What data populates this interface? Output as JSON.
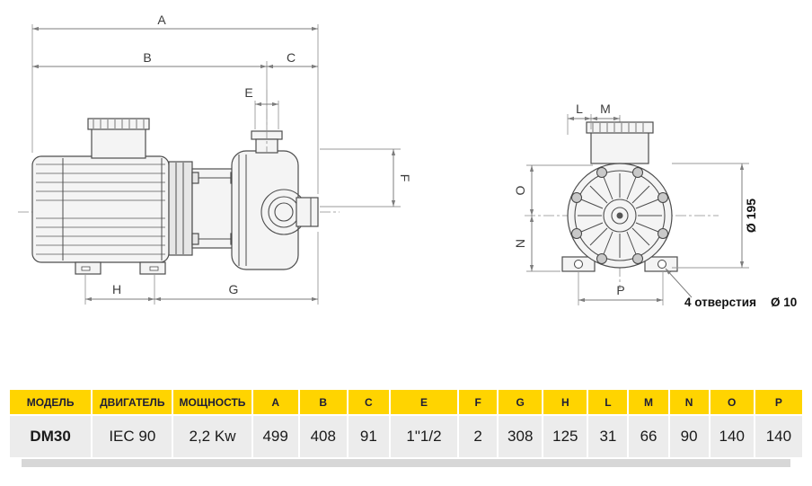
{
  "drawing": {
    "side": {
      "A": "A",
      "B": "B",
      "C": "C",
      "E": "E",
      "F": "F",
      "G": "G",
      "H": "H"
    },
    "front": {
      "L": "L",
      "M": "M",
      "N": "N",
      "O": "O",
      "P": "P",
      "diameter": "Ø 195",
      "holes_note": "4 отверстия",
      "holes_size": "Ø 10"
    }
  },
  "table": {
    "headers": [
      "МОДЕЛЬ",
      "ДВИГАТЕЛЬ",
      "МОЩНОСТЬ",
      "A",
      "B",
      "C",
      "E",
      "F",
      "G",
      "H",
      "L",
      "M",
      "N",
      "O",
      "P"
    ],
    "row": [
      "DM30",
      "IEC 90",
      "2,2 Kw",
      "499",
      "408",
      "91",
      "1\"1/2",
      "2",
      "308",
      "125",
      "31",
      "66",
      "90",
      "140",
      "140"
    ]
  }
}
